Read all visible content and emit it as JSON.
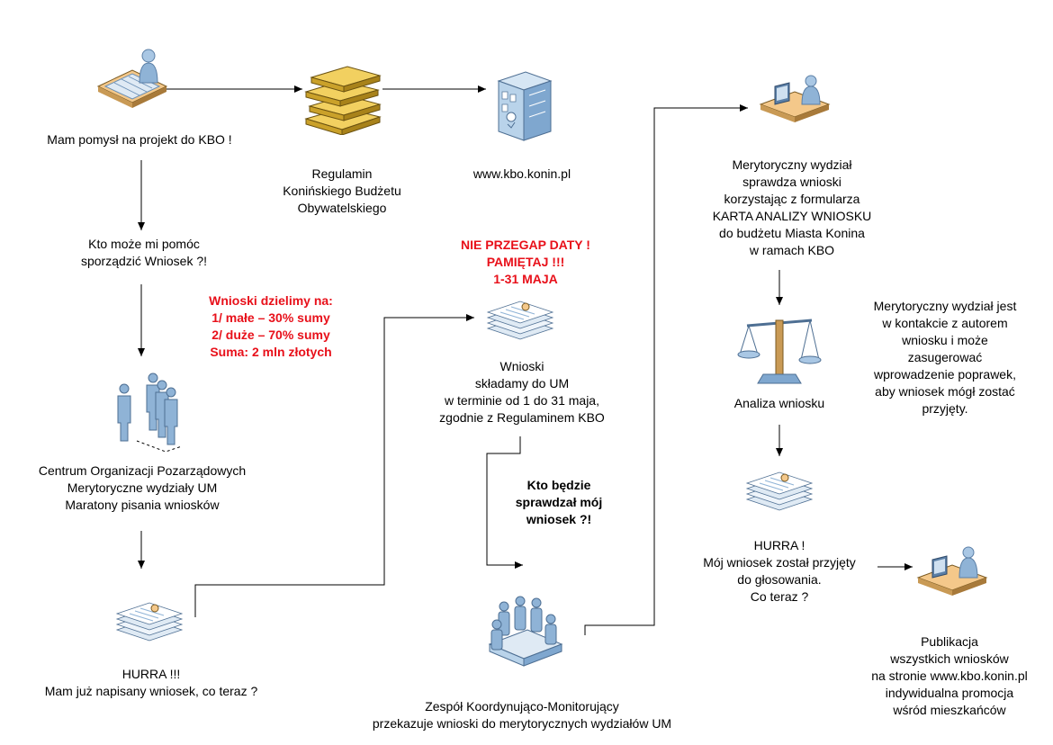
{
  "nodes": {
    "idea": {
      "lines": [
        "Mam pomysł na projekt do KBO !"
      ],
      "icon": "person-at-desk-icon"
    },
    "rules": {
      "lines": [
        "Regulamin",
        "Konińskiego Budżetu",
        "Obywatelskiego"
      ],
      "icon": "books-stack-icon"
    },
    "website": {
      "lines": [
        "www.kbo.konin.pl"
      ],
      "icon": "server-building-icon"
    },
    "who_helps": {
      "lines": [
        "Kto może mi pomóc",
        "sporządzić Wniosek ?!"
      ]
    },
    "split_note": {
      "lines": [
        "Wnioski dzielimy na:",
        "1/ małe – 30% sumy",
        "2/ duże – 70% sumy",
        "Suma: 2 mln złotych"
      ]
    },
    "centers": {
      "lines": [
        "Centrum Organizacji Pozarządowych",
        "Merytoryczne wydziały UM",
        "Maratony pisania wniosków"
      ],
      "icon": "group-of-people-icon"
    },
    "written": {
      "lines": [
        "HURRA !!!",
        "Mam już napisany wniosek, co teraz ?"
      ],
      "icon": "document-stack-icon"
    },
    "deadline_note": {
      "lines": [
        "NIE PRZEGAP DATY !",
        "PAMIĘTAJ !!!",
        "1-31 MAJA"
      ]
    },
    "submit": {
      "lines": [
        "Wnioski",
        "składamy do UM",
        "w terminie od 1 do 31 maja,",
        "zgodnie z Regulaminem KBO"
      ],
      "icon": "document-stack-icon"
    },
    "who_checks": {
      "lines": [
        "Kto będzie",
        "sprawdzał mój",
        "wniosek ?!"
      ]
    },
    "team": {
      "lines": [
        "Zespół Koordynująco-Monitorujący",
        "przekazuje wnioski do merytorycznych wydziałów UM"
      ],
      "icon": "meeting-table-icon"
    },
    "department": {
      "lines": [
        "Merytoryczny wydział",
        "sprawdza wnioski",
        "korzystając z formularza",
        "KARTA ANALIZY WNIOSKU",
        "do budżetu Miasta Konina",
        "w ramach KBO"
      ],
      "icon": "person-at-computer-icon"
    },
    "analysis": {
      "lines": [
        "Analiza wniosku"
      ],
      "icon": "scales-icon"
    },
    "contact_note": {
      "lines": [
        "Merytoryczny wydział jest",
        "w kontakcie z autorem",
        "wniosku i może",
        "zasugerować",
        "wprowadzenie poprawek,",
        "aby wniosek mógł zostać",
        "przyjęty."
      ]
    },
    "accepted": {
      "lines": [
        "HURRA !",
        "Mój wniosek został przyjęty",
        "do głosowania.",
        "Co teraz ?"
      ],
      "icon": "document-stack-icon"
    },
    "publication": {
      "lines": [
        "Publikacja",
        "wszystkich wniosków",
        "na stronie www.kbo.konin.pl",
        "indywidualna promocja",
        "wśród mieszkańców"
      ],
      "icon": "person-at-computer-icon"
    }
  },
  "colors": {
    "accent_red": "#e8101a",
    "icon_blue": "#8fb3d6",
    "icon_dark": "#5b7fa6",
    "line": "#000000"
  }
}
